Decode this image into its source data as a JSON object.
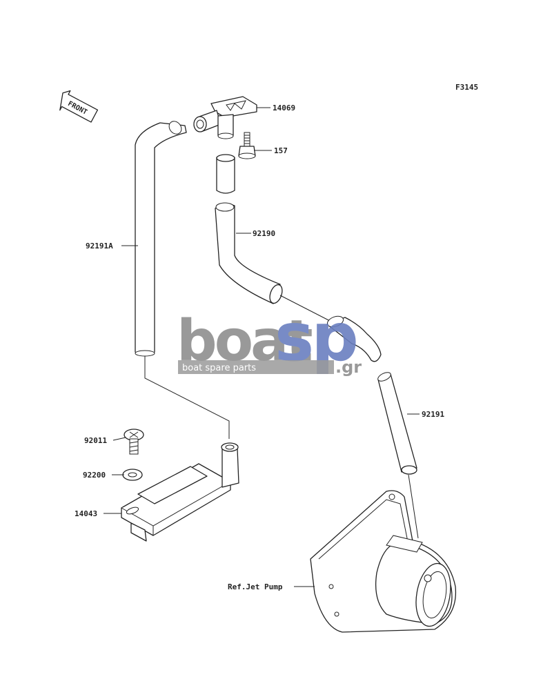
{
  "figure_code": "F3145",
  "front_label": "FRONT",
  "parts": {
    "p14069": "14069",
    "p157": "157",
    "p92191a": "92191A",
    "p92190": "92190",
    "p92191": "92191",
    "p92011": "92011",
    "p92200": "92200",
    "p14043": "14043",
    "ref_jet_pump": "Ref.Jet Pump"
  },
  "watermark": {
    "word1": "boat",
    "word2": "sp",
    "suffix": ".gr",
    "tagline": "boat spare parts",
    "colors": {
      "gray": "#8f8f8f",
      "blue": "#6a7fc0"
    }
  }
}
